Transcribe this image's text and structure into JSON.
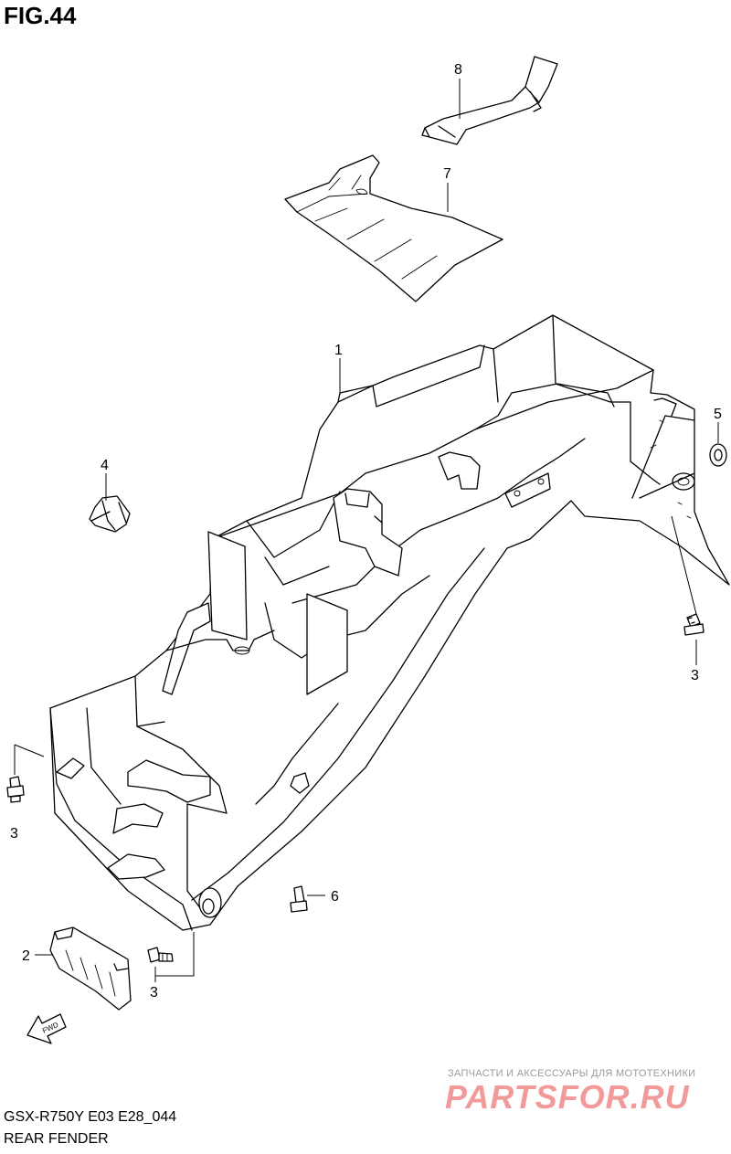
{
  "figure": {
    "title": "FIG.44",
    "model_code": "GSX-R750Y E03 E28_044",
    "caption": "REAR FENDER"
  },
  "callouts": [
    {
      "id": "callout-1",
      "label": "1"
    },
    {
      "id": "callout-2",
      "label": "2"
    },
    {
      "id": "callout-3a",
      "label": "3"
    },
    {
      "id": "callout-3b",
      "label": "3"
    },
    {
      "id": "callout-3c",
      "label": "3"
    },
    {
      "id": "callout-4",
      "label": "4"
    },
    {
      "id": "callout-5",
      "label": "5"
    },
    {
      "id": "callout-6",
      "label": "6"
    },
    {
      "id": "callout-7",
      "label": "7"
    },
    {
      "id": "callout-8",
      "label": "8"
    }
  ],
  "fwd_badge": "FWD",
  "watermark": {
    "tagline": "ЗАПЧАСТИ И АКСЕССУАРЫ ДЛЯ МОТОТЕХНИКИ",
    "brand": "PARTSFOR.RU",
    "color": "#f29a9a"
  }
}
